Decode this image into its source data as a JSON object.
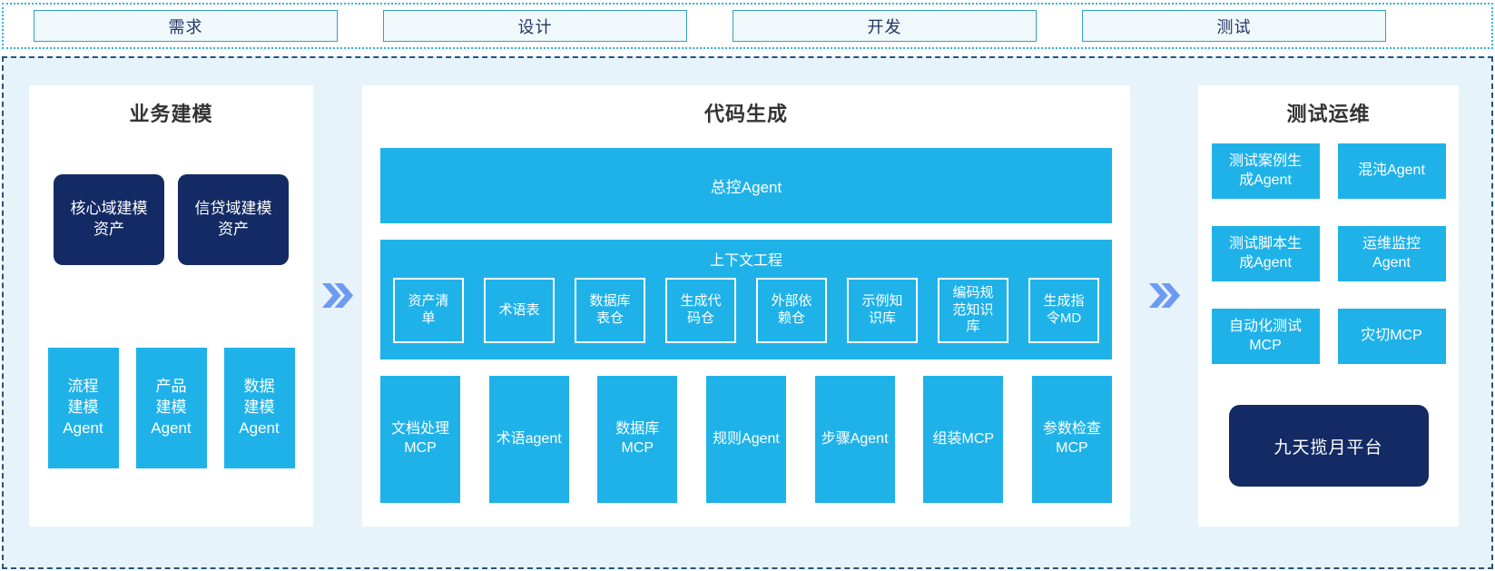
{
  "phases": [
    {
      "label": "需求"
    },
    {
      "label": "设计"
    },
    {
      "label": "开发"
    },
    {
      "label": "测试"
    }
  ],
  "panels": {
    "business_modeling": {
      "title": "业务建模",
      "asset_boxes": [
        {
          "label": "核心域建模\n资产"
        },
        {
          "label": "信贷域建模\n资产"
        }
      ],
      "agent_boxes": [
        {
          "label": "流程\n建模\nAgent"
        },
        {
          "label": "产品\n建模\nAgent"
        },
        {
          "label": "数据\n建模\nAgent"
        }
      ]
    },
    "code_generation": {
      "title": "代码生成",
      "master_agent": "总控Agent",
      "context_engineering": {
        "title": "上下文工程",
        "items": [
          "资产清\n单",
          "术语表",
          "数据库\n表仓",
          "生成代\n码仓",
          "外部依\n赖仓",
          "示例知\n识库",
          "编码规\n范知识\n库",
          "生成指\n令MD"
        ]
      },
      "workers": [
        "文档处理\nMCP",
        "术语agent",
        "数据库\nMCP",
        "规则Agent",
        "步骤Agent",
        "组装MCP",
        "参数检查\nMCP"
      ]
    },
    "test_ops": {
      "title": "测试运维",
      "boxes": [
        "测试案例生\n成Agent",
        "混沌Agent",
        "测试脚本生\n成Agent",
        "运维监控\nAgent",
        "自动化测试\nMCP",
        "灾切MCP"
      ],
      "platform": "九天揽月平台"
    }
  },
  "colors": {
    "accent_cyan": "#1fb2e9",
    "navy_box": "#142a64",
    "board_background": "#e7f3fb",
    "board_dashed_border": "#28527c",
    "strip_dotted_border": "#35b2e0",
    "phase_box_border": "#2f9fc9",
    "phase_box_fill": "#f1f8fb",
    "phase_text": "#1f3563",
    "arrow_blue": "#6d9bf2",
    "title_text": "#333333"
  }
}
